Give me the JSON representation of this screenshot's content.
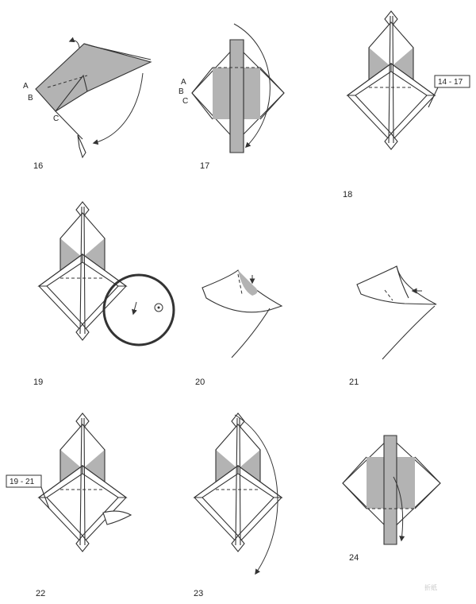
{
  "steps": [
    {
      "number": "16",
      "point_labels": [
        "A",
        "B",
        "C"
      ]
    },
    {
      "number": "17",
      "point_labels": [
        "A",
        "B",
        "C"
      ]
    },
    {
      "number": "18",
      "reference": "14 - 17"
    },
    {
      "number": "19"
    },
    {
      "number": "20"
    },
    {
      "number": "21"
    },
    {
      "number": "22",
      "reference": "19 - 21"
    },
    {
      "number": "23"
    },
    {
      "number": "24"
    }
  ],
  "watermark": "折纸",
  "colors": {
    "shade": "#b3b3b3",
    "line": "#333333",
    "paper": "#ffffff"
  }
}
